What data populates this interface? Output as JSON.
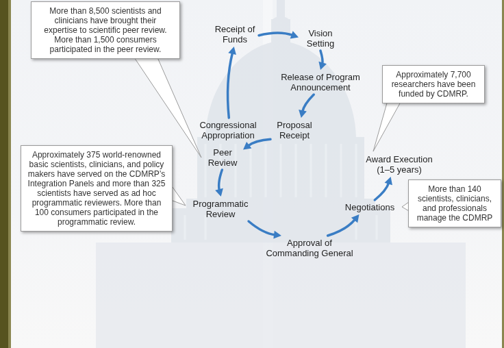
{
  "diagram": {
    "nodes": [
      {
        "text": [
          "Congressional Appropriation"
        ]
      },
      {
        "text": [
          "Receipt of Funds"
        ]
      },
      {
        "text": [
          "Vision Setting"
        ]
      },
      {
        "text": [
          "Release of Program Announcement"
        ]
      },
      {
        "text": [
          "Proposal Receipt"
        ]
      },
      {
        "text": [
          "Peer Review"
        ]
      },
      {
        "text": [
          "Programmatic Review"
        ]
      },
      {
        "text": [
          "Approval of Commanding General"
        ]
      },
      {
        "text": [
          "Negotiations"
        ]
      },
      {
        "text": [
          "Award Execution (1–5 years)"
        ]
      },
      {
        "text": [
          "More than 8,500 scientists and clinicians have brought their expertise to scientific peer review. More than 1,500 consumers participated in the peer review."
        ]
      },
      {
        "text": [
          "Approximately 375 world-renowned basic scientists, clinicians, and policy makers have served on the CDMRP’s Integration Panels and more than 325 scientists have served as ad hoc programmatic reviewers. More than 100 consumers participated in the programmatic review."
        ]
      },
      {
        "text": [
          "Approximately 7,700 researchers have been funded by CDMRP."
        ]
      },
      {
        "text": [
          "More than 140 scientists, clinicians, and professionals manage the CDMRP"
        ]
      }
    ],
    "edges": [
      {
        "from": 0,
        "to": 1,
        "arrow": "to"
      },
      {
        "from": 1,
        "to": 2,
        "arrow": "to"
      },
      {
        "from": 2,
        "to": 3,
        "arrow": "to"
      },
      {
        "from": 3,
        "to": 4,
        "arrow": "to"
      },
      {
        "from": 4,
        "to": 5,
        "arrow": "to"
      },
      {
        "from": 5,
        "to": 6,
        "arrow": "to"
      },
      {
        "from": 6,
        "to": 7,
        "arrow": "to"
      },
      {
        "from": 7,
        "to": 8,
        "arrow": "to"
      },
      {
        "from": 8,
        "to": 9,
        "arrow": "to"
      }
    ]
  }
}
